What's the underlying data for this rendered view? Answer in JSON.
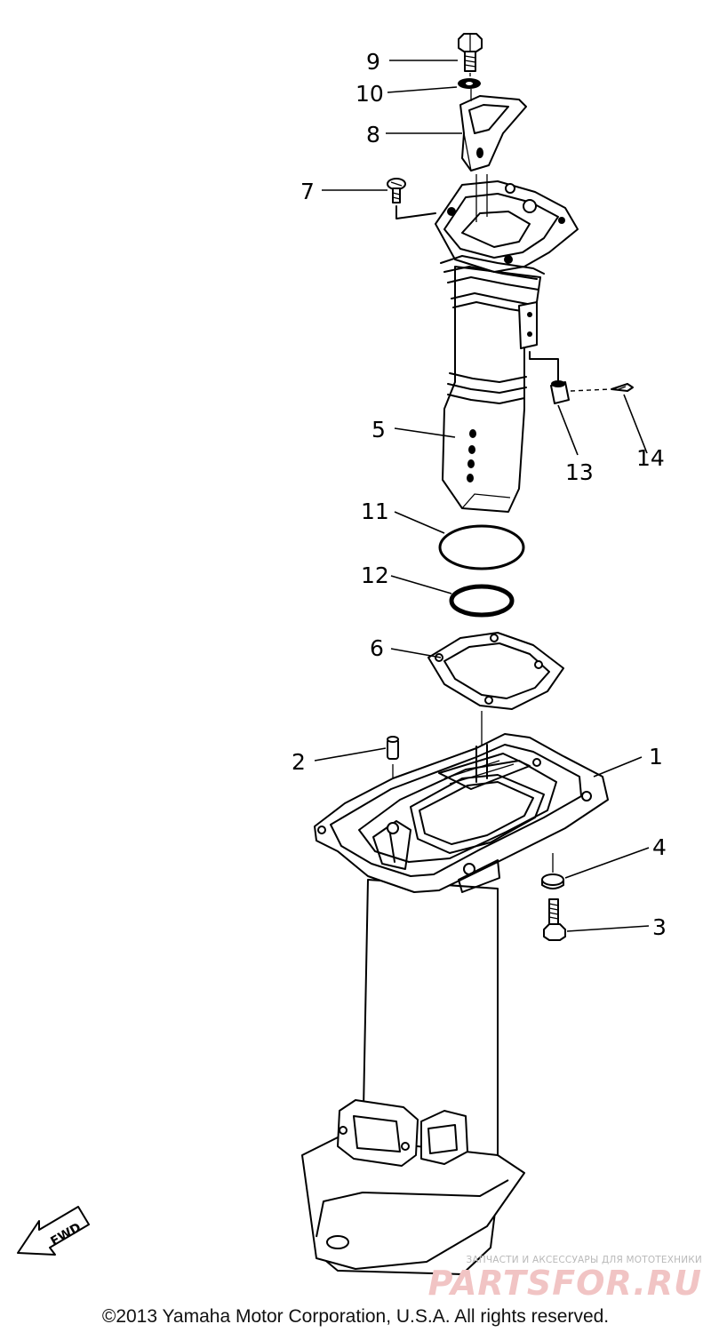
{
  "diagram": {
    "callouts": {
      "p1": "1",
      "p2": "2",
      "p3": "3",
      "p4": "4",
      "p5": "5",
      "p6": "6",
      "p7": "7",
      "p8": "8",
      "p9": "9",
      "p10": "10",
      "p11": "11",
      "p12": "12",
      "p13": "13",
      "p14": "14"
    },
    "fwd_label": "FWD"
  },
  "watermark": {
    "tagline": "ЗАПЧАСТИ И АКСЕССУАРЫ ДЛЯ МОТОТЕХНИКИ",
    "logo": "PARTSFOR.RU"
  },
  "footer": {
    "copyright": "©2013 Yamaha Motor Corporation, U.S.A. All rights reserved."
  }
}
